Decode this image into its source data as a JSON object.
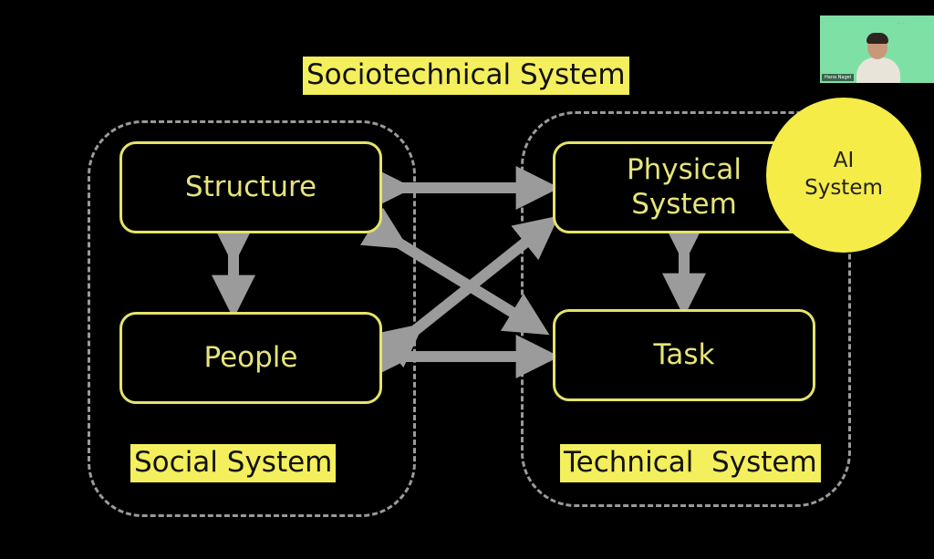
{
  "diagram": {
    "title": "Sociotechnical System",
    "social_group_label": "Social System",
    "technical_group_label": "Technical  System",
    "nodes": {
      "structure": "Structure",
      "people": "People",
      "physical_system": "Physical\nSystem",
      "task": "Task",
      "ai_system": "AI\nSystem"
    }
  },
  "webcam": {
    "name_tag": "Hana Nagel",
    "slide_text": "— —"
  },
  "colors": {
    "background": "#000000",
    "box_border": "#e5e36a",
    "box_text": "#e6e47a",
    "highlight": "#f4ef5c",
    "circle": "#f5ec48",
    "arrow": "#9b9b9b",
    "dashed": "#9a9a9a"
  }
}
